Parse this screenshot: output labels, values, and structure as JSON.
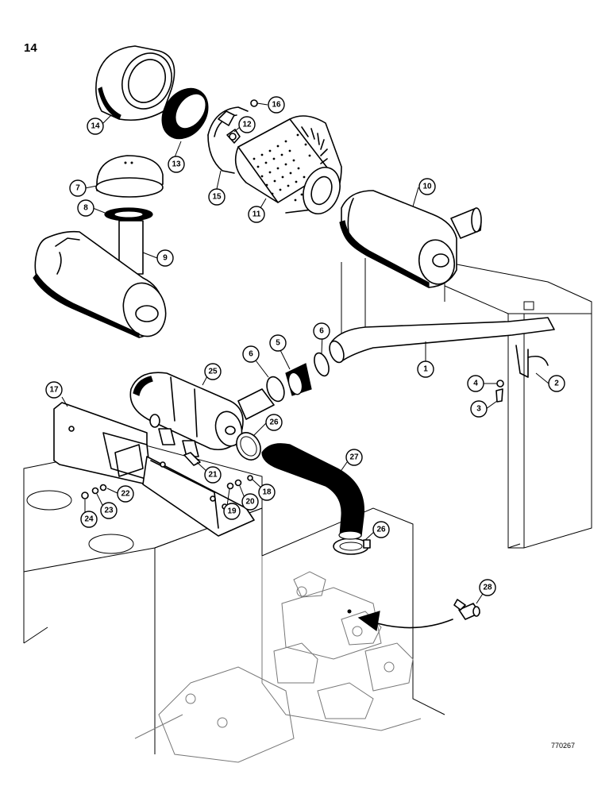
{
  "page_number": "14",
  "reference_code": "770267",
  "callouts": [
    {
      "id": "c14",
      "label": "14"
    },
    {
      "id": "c13",
      "label": "13"
    },
    {
      "id": "c16",
      "label": "16"
    },
    {
      "id": "c12",
      "label": "12"
    },
    {
      "id": "c15",
      "label": "15"
    },
    {
      "id": "c11",
      "label": "11"
    },
    {
      "id": "c7",
      "label": "7"
    },
    {
      "id": "c8",
      "label": "8"
    },
    {
      "id": "c9",
      "label": "9"
    },
    {
      "id": "c10",
      "label": "10"
    },
    {
      "id": "c6a",
      "label": "6"
    },
    {
      "id": "c5",
      "label": "5"
    },
    {
      "id": "c6b",
      "label": "6"
    },
    {
      "id": "c1",
      "label": "1"
    },
    {
      "id": "c4",
      "label": "4"
    },
    {
      "id": "c2",
      "label": "2"
    },
    {
      "id": "c3",
      "label": "3"
    },
    {
      "id": "c17",
      "label": "17"
    },
    {
      "id": "c25",
      "label": "25"
    },
    {
      "id": "c26a",
      "label": "26"
    },
    {
      "id": "c27",
      "label": "27"
    },
    {
      "id": "c21",
      "label": "21"
    },
    {
      "id": "c22",
      "label": "22"
    },
    {
      "id": "c23",
      "label": "23"
    },
    {
      "id": "c24",
      "label": "24"
    },
    {
      "id": "c19",
      "label": "19"
    },
    {
      "id": "c20",
      "label": "20"
    },
    {
      "id": "c18",
      "label": "18"
    },
    {
      "id": "c26b",
      "label": "26"
    },
    {
      "id": "c28",
      "label": "28"
    }
  ]
}
